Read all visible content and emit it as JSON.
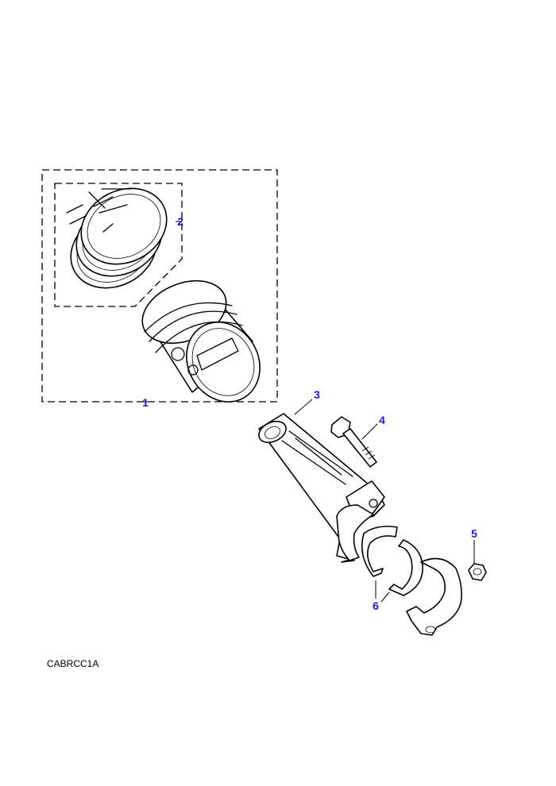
{
  "colors": {
    "callout": "#1a1adc",
    "line": "#000000",
    "background": "#ffffff"
  },
  "callouts": [
    {
      "id": "1",
      "label": "1"
    },
    {
      "id": "2",
      "label": "2"
    },
    {
      "id": "3",
      "label": "3"
    },
    {
      "id": "4",
      "label": "4"
    },
    {
      "id": "5",
      "label": "5"
    },
    {
      "id": "6",
      "label": "6"
    }
  ],
  "reference_code": "CABRCC1A"
}
